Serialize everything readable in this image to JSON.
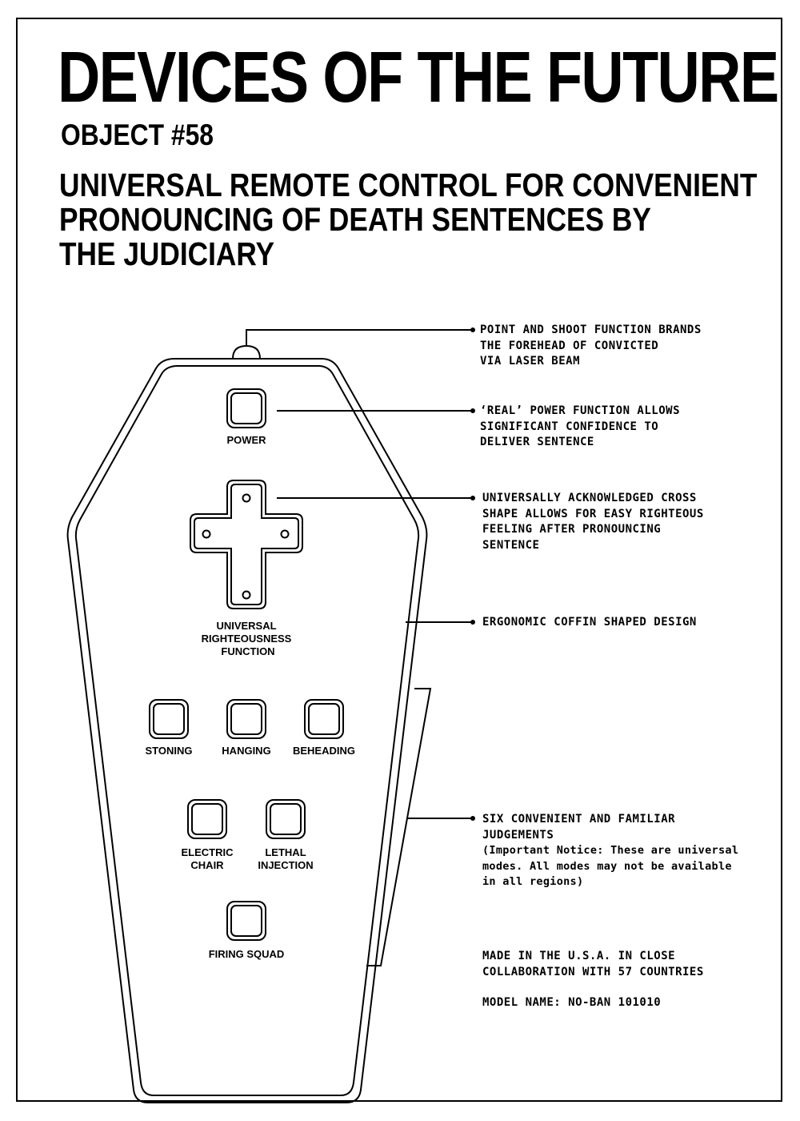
{
  "header": {
    "title": "DEVICES OF THE FUTURE",
    "object_number": "OBJECT #58",
    "subtitle_lines": [
      "UNIVERSAL REMOTE CONTROL FOR CONVENIENT",
      "PRONOUNCING OF DEATH SENTENCES BY",
      "THE JUDICIARY"
    ]
  },
  "buttons": {
    "power": "POWER",
    "cross": [
      "UNIVERSAL",
      "RIGHTEOUSNESS",
      "FUNCTION"
    ],
    "stoning": "STONING",
    "hanging": "HANGING",
    "beheading": "BEHEADING",
    "electric_chair": [
      "ELECTRIC",
      "CHAIR"
    ],
    "lethal_injection": [
      "LETHAL",
      "INJECTION"
    ],
    "firing_squad": "FIRING SQUAD"
  },
  "annotations": {
    "laser": [
      "POINT AND SHOOT FUNCTION BRANDS",
      "THE FOREHEAD OF CONVICTED",
      "VIA LASER BEAM"
    ],
    "power": [
      "‘REAL’ POWER FUNCTION ALLOWS",
      "SIGNIFICANT CONFIDENCE TO",
      "DELIVER SENTENCE"
    ],
    "cross": [
      "UNIVERSALLY ACKNOWLEDGED CROSS",
      "SHAPE ALLOWS FOR EASY RIGHTEOUS",
      "FEELING AFTER PRONOUNCING",
      "SENTENCE"
    ],
    "coffin": [
      "ERGONOMIC COFFIN SHAPED DESIGN"
    ],
    "judgements": [
      "SIX CONVENIENT AND FAMILIAR",
      "JUDGEMENTS"
    ],
    "notice": [
      "(Important Notice: These are universal",
      "modes. All modes may not be available",
      "in all regions)"
    ],
    "made_in": [
      "MADE IN THE U.S.A. IN CLOSE",
      "COLLABORATION WITH 57 COUNTRIES"
    ],
    "model": "MODEL NAME: NO-BAN 101010"
  }
}
